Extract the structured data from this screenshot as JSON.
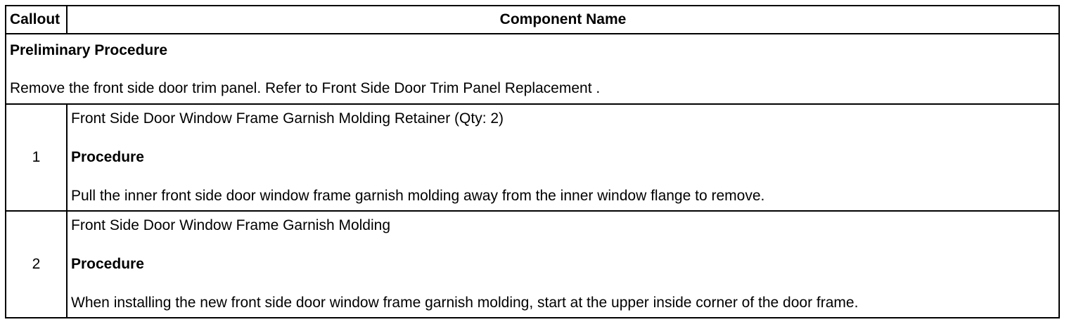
{
  "table": {
    "headers": {
      "callout": "Callout",
      "component_name": "Component Name"
    },
    "preliminary": {
      "heading": "Preliminary Procedure",
      "text": "Remove the front side door trim panel. Refer to Front Side Door Trim Panel Replacement ."
    },
    "rows": [
      {
        "callout": "1",
        "component": "Front Side Door Window Frame Garnish Molding Retainer (Qty: 2)",
        "procedure_label": "Procedure",
        "procedure_text": "Pull the inner front side door window frame garnish molding away from the inner window flange to remove."
      },
      {
        "callout": "2",
        "component": "Front Side Door Window Frame Garnish Molding",
        "procedure_label": "Procedure",
        "procedure_text": "When installing the new front side door window frame garnish molding, start at the upper inside corner of the door frame."
      }
    ]
  }
}
